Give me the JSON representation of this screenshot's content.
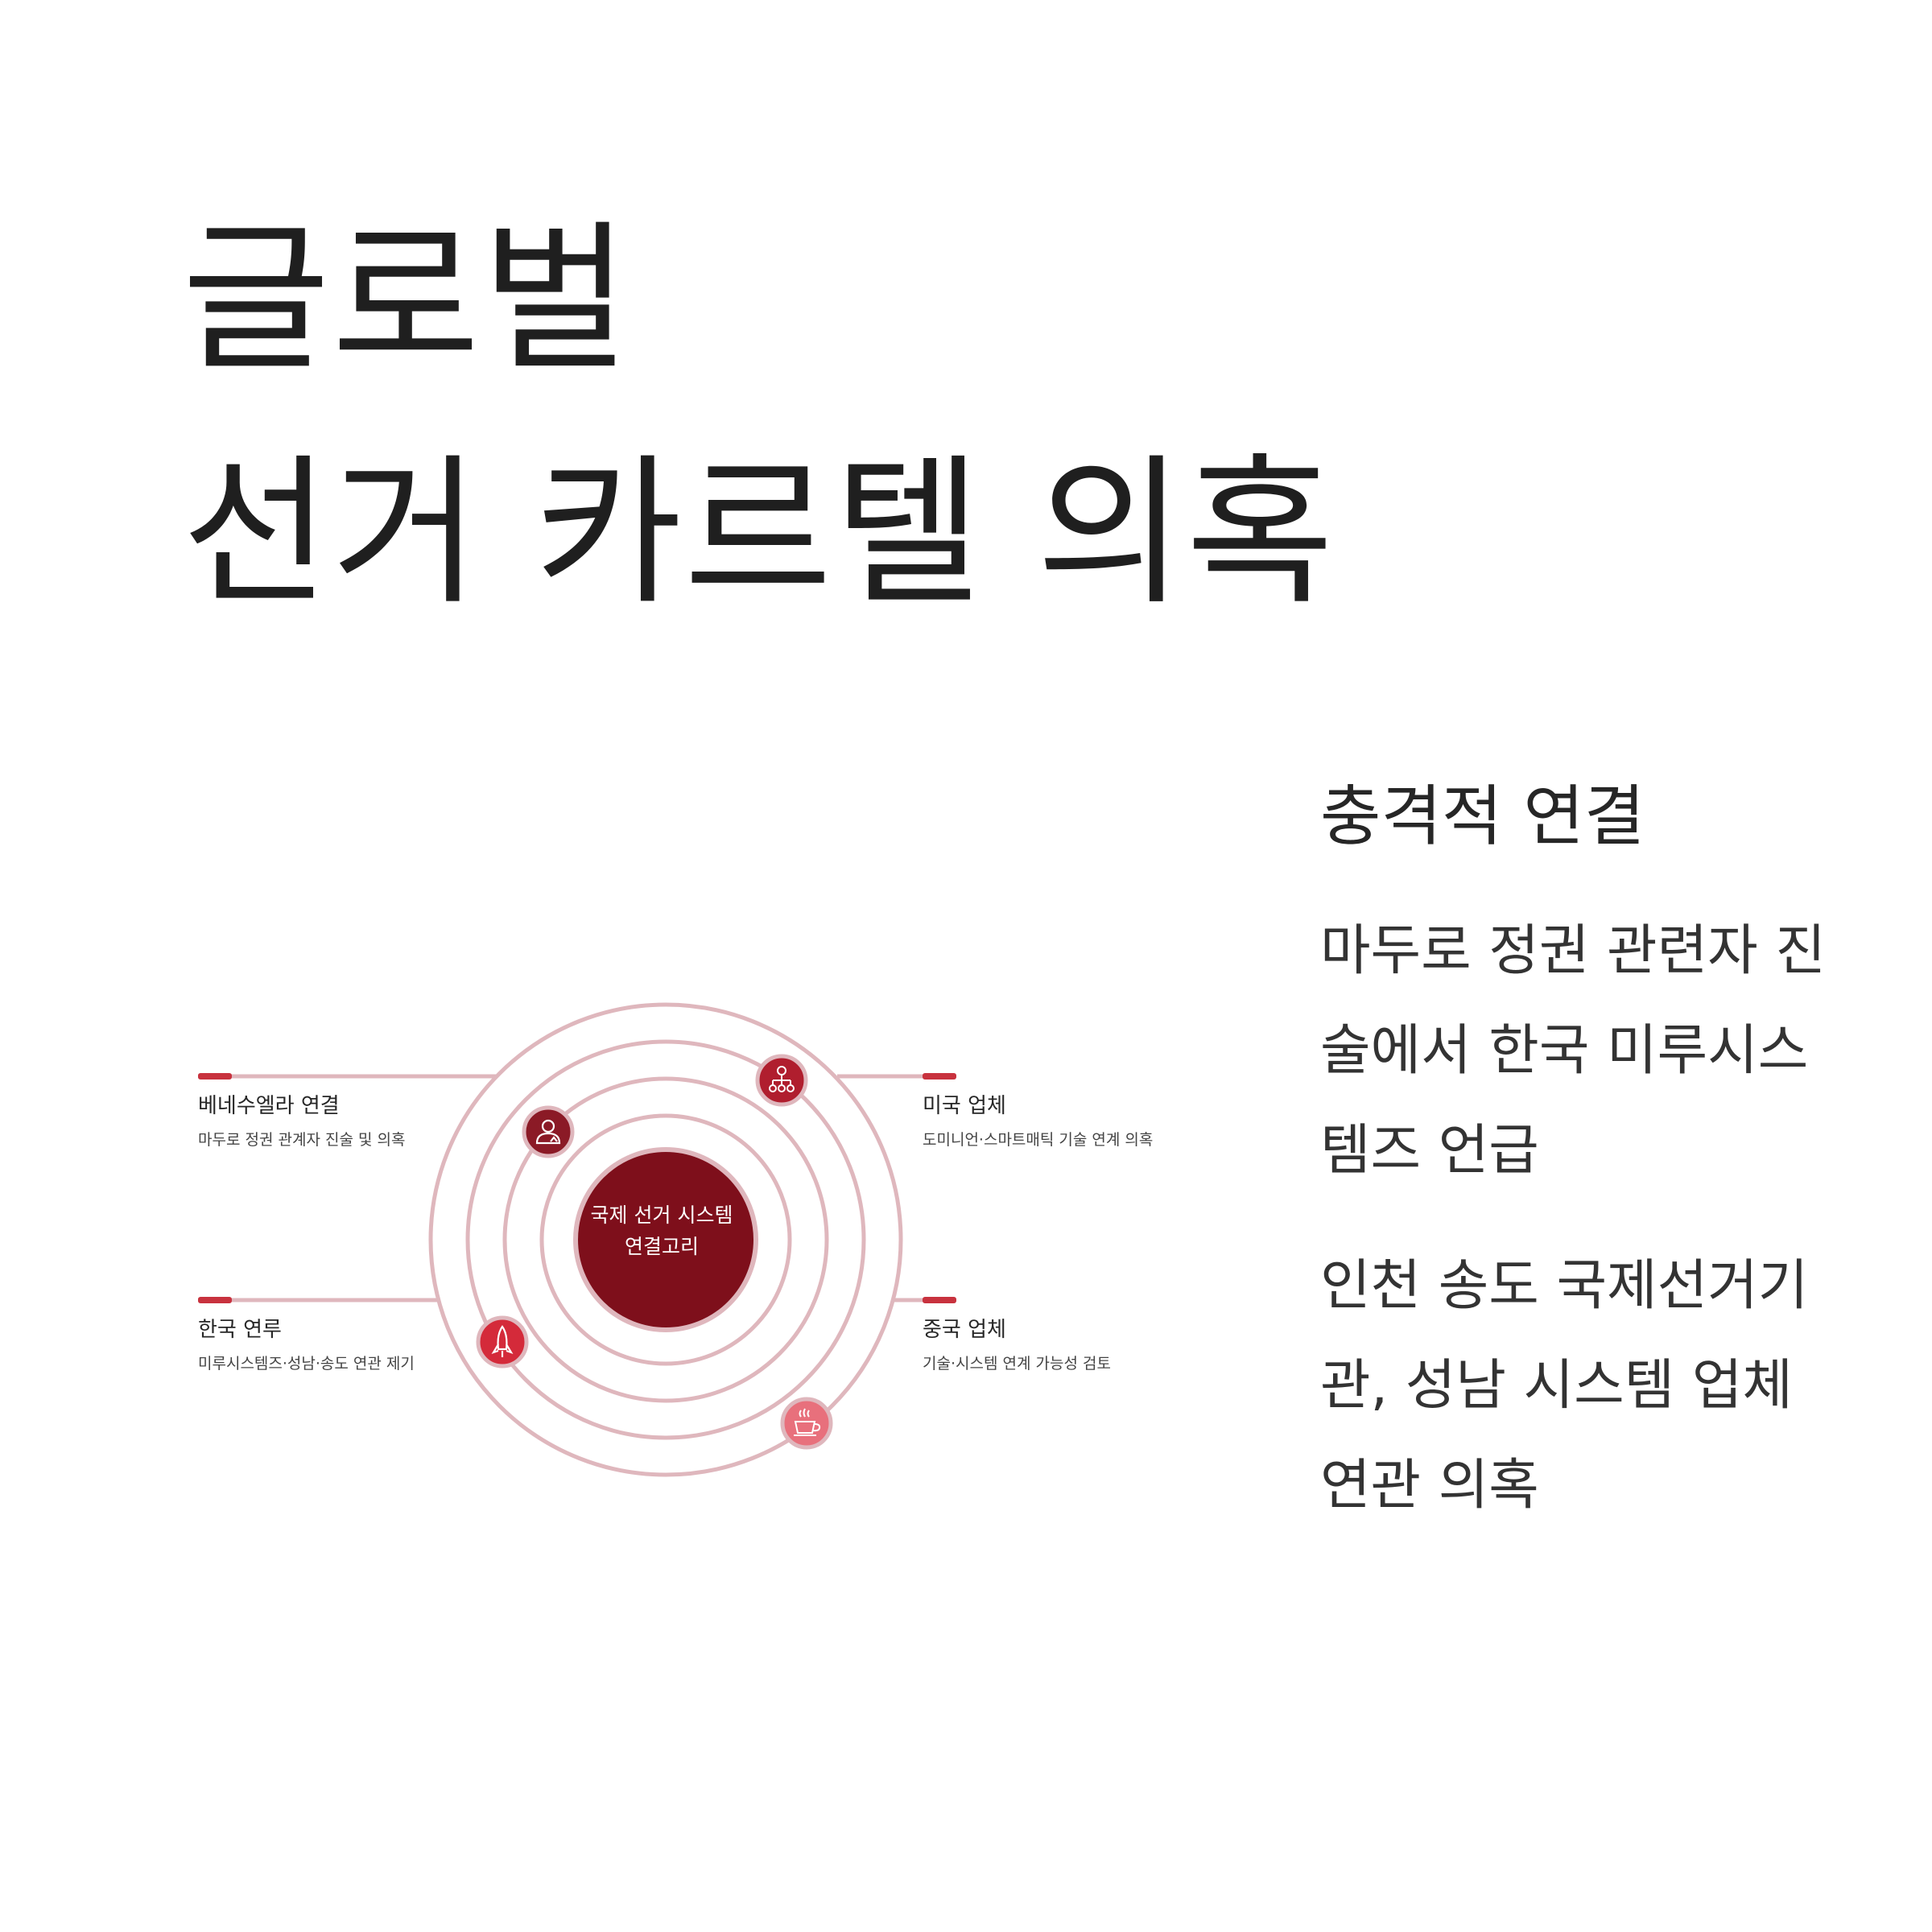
{
  "title": {
    "line1": "글로벌",
    "line2": "선거 카르텔 의혹"
  },
  "side": {
    "heading": "충격적 연결",
    "para1": "마두로 정권 관련자 진술에서 한국 미루시스템즈 언급",
    "para2": "인천 송도 국제선거기관, 성남 시스템 업체 연관 의혹"
  },
  "diagram": {
    "center": "국제 선거 시스템 연결고리",
    "nodes": [
      {
        "heading": "베네수엘라 연결",
        "desc": "마두로 정권 관계자 진술 및 의혹",
        "icon": "person-icon",
        "color": "#8b1a26"
      },
      {
        "heading": "미국 업체",
        "desc": "도미니언·스마트매틱 기술 연계 의혹",
        "icon": "network-icon",
        "color": "#b01e2e"
      },
      {
        "heading": "한국 연루",
        "desc": "미루시스템즈·성남·송도 연관 제기",
        "icon": "rocket-icon",
        "color": "#d42a3a"
      },
      {
        "heading": "중국 업체",
        "desc": "기술·시스템 연계 가능성 검토",
        "icon": "coffee-cup-icon",
        "color": "#e8707c"
      }
    ],
    "colors": {
      "ring": "#dfb7bd",
      "center_fill": "#7e0f1b",
      "accent": "#c8323e"
    }
  }
}
